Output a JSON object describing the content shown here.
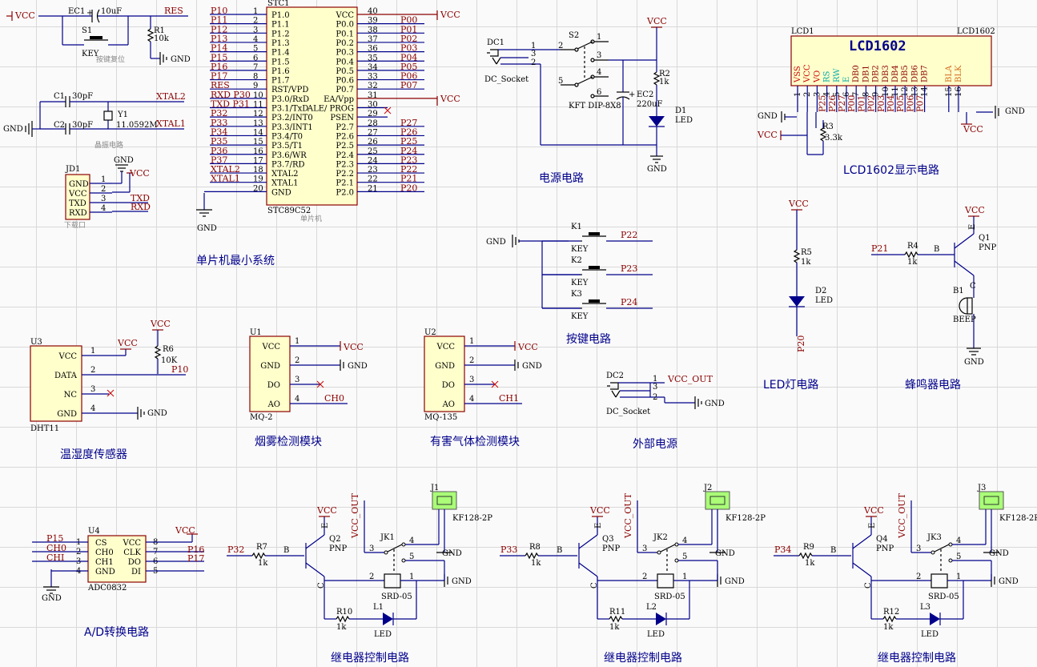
{
  "captions": {
    "mcu": "单片机最小系统",
    "power": "电源电路",
    "lcd": "LCD1602显示电路",
    "keys": "按键电路",
    "led": "LED灯电路",
    "buzzer": "蜂鸣器电路",
    "dht": "温湿度传感器",
    "smoke": "烟雾检测模块",
    "gas": "有害气体检测模块",
    "ext_power": "外部电源",
    "adc": "A/D转换电路",
    "relay1": "继电器控制电路",
    "relay2": "继电器控制电路",
    "relay3": "继电器控制电路"
  },
  "reset": {
    "vcc": "VCC",
    "ec1": "EC1",
    "ec1_val": "10uF",
    "res": "RES",
    "s1": "S1",
    "key": "KEY",
    "r1": "R1",
    "r1_val": "10k",
    "gnd": "GND",
    "note": "按键复位"
  },
  "xtal": {
    "c1": "C1",
    "c1_val": "30pF",
    "c2": "C2",
    "c2_val": "30pF",
    "y1": "Y1",
    "y1_val": "11.0592M",
    "xtal2": "XTAL2",
    "xtal1": "XTAL1",
    "gnd": "GND",
    "note": "晶振电路"
  },
  "jd1": {
    "ref": "JD1",
    "pins": [
      "GND",
      "VCC",
      "TXD",
      "RXD"
    ],
    "nums": [
      "1",
      "2",
      "3",
      "4"
    ],
    "nets": [
      "TXD",
      "RXD"
    ],
    "gnd": "GND",
    "vcc": "VCC",
    "note": "下载口"
  },
  "mcu": {
    "ref": "STC1",
    "part": "STC89C52",
    "note": "单片机",
    "left_labels": [
      "P1.0",
      "P1.1",
      "P1.2",
      "P1.3",
      "P1.4",
      "P1.5",
      "P1.6",
      "P1.7",
      "RST/VPD",
      "P3.0/RxD",
      "P3.1/TxD",
      "P3.2/INT0",
      "P3.3/INT1",
      "P3.4/T0",
      "P3.5/T1",
      "P3.6/WR",
      "P3.7/RD",
      "XTAL2",
      "XTAL1",
      "GND"
    ],
    "left_nums": [
      "1",
      "2",
      "3",
      "4",
      "5",
      "6",
      "7",
      "8",
      "9",
      "10",
      "11",
      "12",
      "13",
      "14",
      "15",
      "16",
      "17",
      "18",
      "19",
      "20"
    ],
    "left_nets": [
      "P10",
      "P11",
      "P12",
      "P13",
      "P14",
      "P15",
      "P16",
      "P17",
      "RES",
      "RXD P30",
      "TXD P31",
      "P32",
      "P33",
      "P34",
      "P35",
      "P36",
      "P37",
      "XTAL2",
      "XTAL1",
      ""
    ],
    "right_labels": [
      "VCC",
      "P0.0",
      "P0.1",
      "P0.2",
      "P0.3",
      "P0.4",
      "P0.5",
      "P0.6",
      "P0.7",
      "EA/Vpp",
      "ALE/ PROG",
      "PSEN",
      "P2.7",
      "P2.6",
      "P2.5",
      "P2.4",
      "P2.3",
      "P2.2",
      "P2.1",
      "P2.0"
    ],
    "right_nums": [
      "40",
      "39",
      "38",
      "37",
      "36",
      "35",
      "34",
      "33",
      "32",
      "31",
      "30",
      "29",
      "28",
      "27",
      "26",
      "25",
      "24",
      "23",
      "22",
      "21"
    ],
    "right_nets": [
      "VCC",
      "P00",
      "P01",
      "P02",
      "P03",
      "P04",
      "P05",
      "P06",
      "P07",
      "VCC",
      "",
      "",
      "P27",
      "P26",
      "P25",
      "P24",
      "P23",
      "P22",
      "P21",
      "P20"
    ],
    "gnd": "GND"
  },
  "power": {
    "dc1": "DC1",
    "dc1_part": "DC_Socket",
    "s2": "S2",
    "s2_part": "KFT DIP-8X8",
    "vcc": "VCC",
    "r2": "R2",
    "r2_val": "1k",
    "ec2": "EC2",
    "ec2_val": "220uF",
    "d1": "D1",
    "d1_part": "LED",
    "gnd": "GND",
    "pins": [
      "1",
      "2",
      "3",
      "4",
      "5",
      "6"
    ],
    "dc_pins": [
      "1",
      "3",
      "2"
    ]
  },
  "lcd": {
    "ref": "LCD1",
    "title": "LCD1602",
    "part": "LCD1602",
    "pins": [
      "VSS",
      "VCC",
      "VO",
      "RS",
      "RW",
      "E",
      "DB0",
      "DB1",
      "DB2",
      "DB3",
      "DB4",
      "DB5",
      "DB6",
      "DB7",
      "BLA",
      "BLK"
    ],
    "nums": [
      "1",
      "2",
      "3",
      "4",
      "5",
      "6",
      "7",
      "8",
      "9",
      "10",
      "11",
      "12",
      "13",
      "14",
      "15",
      "16"
    ],
    "nets": [
      "P25",
      "P26",
      "P27",
      "P00",
      "P01",
      "P02",
      "P03",
      "P04",
      "P05",
      "P06",
      "P07"
    ],
    "gnd": "GND",
    "vcc": "VCC",
    "r3": "R3",
    "r3_val": "3.3k"
  },
  "keys": {
    "gnd": "GND",
    "k": [
      "K1",
      "K2",
      "K3"
    ],
    "key": "KEY",
    "nets": [
      "P22",
      "P23",
      "P24"
    ]
  },
  "led": {
    "vcc": "VCC",
    "r5": "R5",
    "r5_val": "1k",
    "d2": "D2",
    "d2_part": "LED",
    "net": "P20"
  },
  "buzzer": {
    "vcc": "VCC",
    "net": "P21",
    "r4": "R4",
    "r4_val": "1k",
    "b": "B",
    "q1": "Q1",
    "q1_part": "PNP",
    "b1": "B1",
    "b1_part": "BEEP",
    "gnd": "GND",
    "e": "E",
    "c": "C"
  },
  "dht": {
    "ref": "U3",
    "part": "DHT11",
    "pins": [
      "VCC",
      "DATA",
      "NC",
      "GND"
    ],
    "nums": [
      "1",
      "2",
      "3",
      "4"
    ],
    "vcc": "VCC",
    "r6": "R6",
    "r6_val": "10K",
    "net": "P10",
    "gnd": "GND",
    "vcc2": "VCC"
  },
  "smoke": {
    "ref": "U1",
    "part": "MQ-2",
    "pins": [
      "VCC",
      "GND",
      "DO",
      "AO"
    ],
    "nums": [
      "1",
      "2",
      "3",
      "4"
    ],
    "vcc": "VCC",
    "gnd": "GND",
    "net": "CH0"
  },
  "gas": {
    "ref": "U2",
    "part": "MQ-135",
    "pins": [
      "VCC",
      "GND",
      "DO",
      "AO"
    ],
    "nums": [
      "1",
      "2",
      "3",
      "4"
    ],
    "vcc": "VCC",
    "gnd": "GND",
    "net": "CH1"
  },
  "ext_power": {
    "ref": "DC2",
    "part": "DC_Socket",
    "net": "VCC_OUT",
    "gnd": "GND",
    "nums": [
      "1",
      "3",
      "2"
    ]
  },
  "adc": {
    "ref": "U4",
    "part": "ADC0832",
    "left": [
      "CS",
      "CH0",
      "CH1",
      "GND"
    ],
    "right": [
      "VCC",
      "CLK",
      "DO",
      "DI"
    ],
    "lnums": [
      "1",
      "2",
      "3",
      "4"
    ],
    "rnums": [
      "8",
      "7",
      "6",
      "5"
    ],
    "lnets": [
      "P15",
      "CH0",
      "CHI"
    ],
    "rnets": [
      "VCC",
      "P16",
      "P17"
    ],
    "gnd": "GND"
  },
  "relays": [
    {
      "net": "P32",
      "r": "R7",
      "r_val": "1k",
      "b": "B",
      "q": "Q2",
      "q_part": "PNP",
      "vcc": "VCC",
      "vcc_out": "VCC_OUT",
      "jk": "JK1",
      "srd": "SRD-05",
      "j": "J1",
      "j_part": "KF128-2P",
      "r2": "R10",
      "r2_val": "1k",
      "l": "L1",
      "l_part": "LED",
      "gnd": "GND",
      "e": "E",
      "c": "C"
    },
    {
      "net": "P33",
      "r": "R8",
      "r_val": "1k",
      "b": "B",
      "q": "Q3",
      "q_part": "PNP",
      "vcc": "VCC",
      "vcc_out": "VCC_OUT",
      "jk": "JK2",
      "srd": "SRD-05",
      "j": "J2",
      "j_part": "KF128-2P",
      "r2": "R11",
      "r2_val": "1k",
      "l": "L2",
      "l_part": "LED",
      "gnd": "GND",
      "e": "E",
      "c": "C"
    },
    {
      "net": "P34",
      "r": "R9",
      "r_val": "1k",
      "b": "B",
      "q": "Q4",
      "q_part": "PNP",
      "vcc": "VCC",
      "vcc_out": "VCC_OUT",
      "jk": "JK3",
      "srd": "SRD-05",
      "j": "J3",
      "j_part": "KF128-2P",
      "r2": "R12",
      "r2_val": "1k",
      "l": "L3",
      "l_part": "LED",
      "gnd": "GND",
      "e": "E",
      "c": "C"
    }
  ],
  "relay_pins": [
    "1",
    "2",
    "3",
    "4",
    "5"
  ]
}
